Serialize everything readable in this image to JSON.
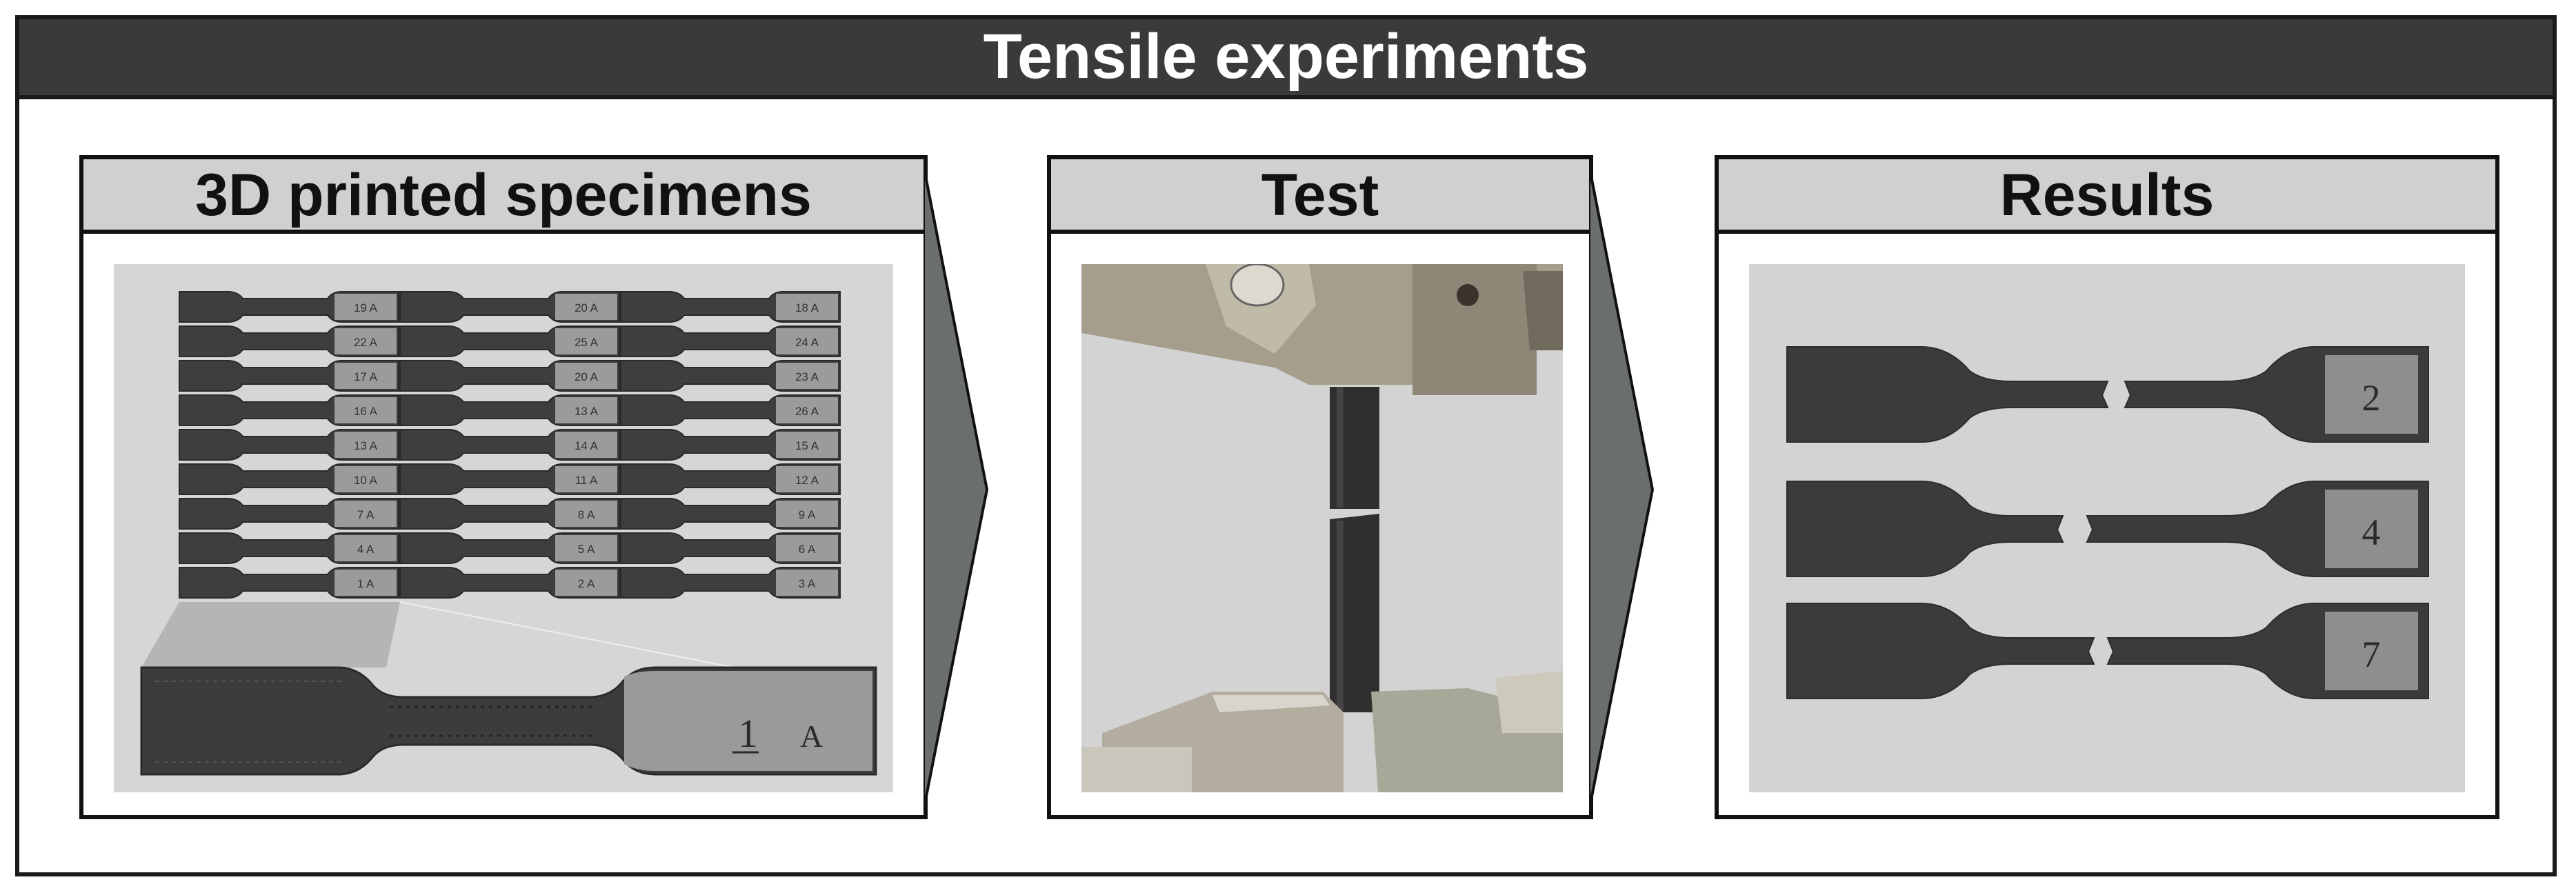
{
  "title": "Tensile experiments",
  "panels": {
    "specimens": {
      "title": "3D printed specimens",
      "tags": [
        [
          "19 A",
          "20 A",
          "18 A"
        ],
        [
          "22 A",
          "25 A",
          "24 A"
        ],
        [
          "17 A",
          "20 A",
          "23 A"
        ],
        [
          "16 A",
          "13 A",
          "26 A"
        ],
        [
          "13 A",
          "14 A",
          "15 A"
        ],
        [
          "10 A",
          "11 A",
          "12 A"
        ],
        [
          "7 A",
          "8 A",
          "9 A"
        ],
        [
          "4 A",
          "5 A",
          "6 A"
        ],
        [
          "1 A",
          "2 A",
          "3 A"
        ]
      ],
      "zoom_label_number": "1",
      "zoom_label_letter": "A"
    },
    "test": {
      "title": "Test"
    },
    "results": {
      "title": "Results",
      "specimen_labels": [
        "2",
        "4",
        "7"
      ]
    }
  },
  "colors": {
    "banner": "#3a3a3a",
    "header": "#cfd1cf",
    "arrow": "#6a6f6c",
    "photo_bg": "#d3d3d3",
    "specimen": "#3c3c3c"
  },
  "icons": [
    "chevron-arrow-icon"
  ]
}
